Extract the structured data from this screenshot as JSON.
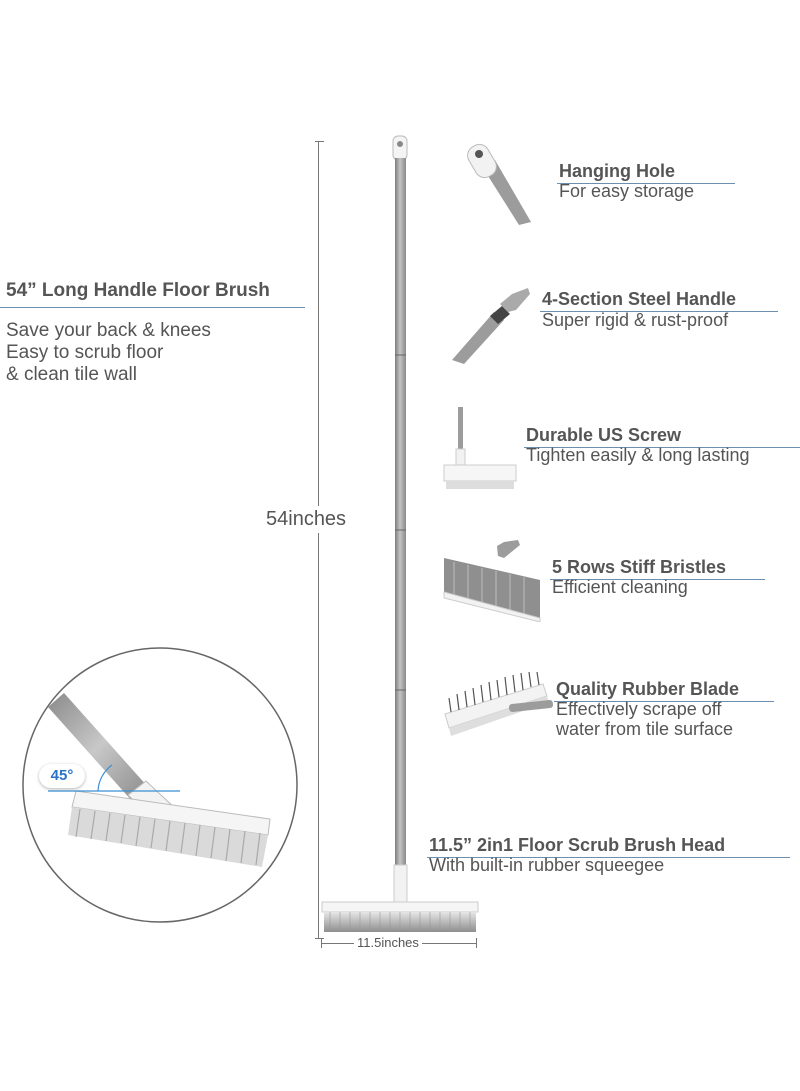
{
  "left_feature": {
    "title": "54” Long Handle Floor Brush",
    "lines": [
      "Save your back & knees",
      "Easy to scrub floor",
      "& clean tile wall"
    ]
  },
  "dimensions": {
    "height_label": "54inches",
    "width_label": "11.5inches",
    "angle_label": "45°"
  },
  "callouts": [
    {
      "title": "Hanging Hole",
      "lines": [
        "For easy storage"
      ]
    },
    {
      "title": "4-Section Steel Handle",
      "lines": [
        "Super rigid & rust-proof"
      ]
    },
    {
      "title": "Durable US Screw",
      "lines": [
        "Tighten easily & long lasting"
      ]
    },
    {
      "title": "5 Rows Stiff Bristles",
      "lines": [
        "Efficient cleaning"
      ]
    },
    {
      "title": "Quality Rubber Blade",
      "lines": [
        "Effectively scrape off",
        "water from tile surface"
      ]
    },
    {
      "title": "11.5” 2in1 Floor Scrub Brush Head",
      "lines": [
        "With built-in rubber squeegee"
      ]
    }
  ],
  "colors": {
    "text": "#555555",
    "underline": "#6c8fb0",
    "handle": "#9a9a9a",
    "angle_badge": "#2a73c8"
  }
}
